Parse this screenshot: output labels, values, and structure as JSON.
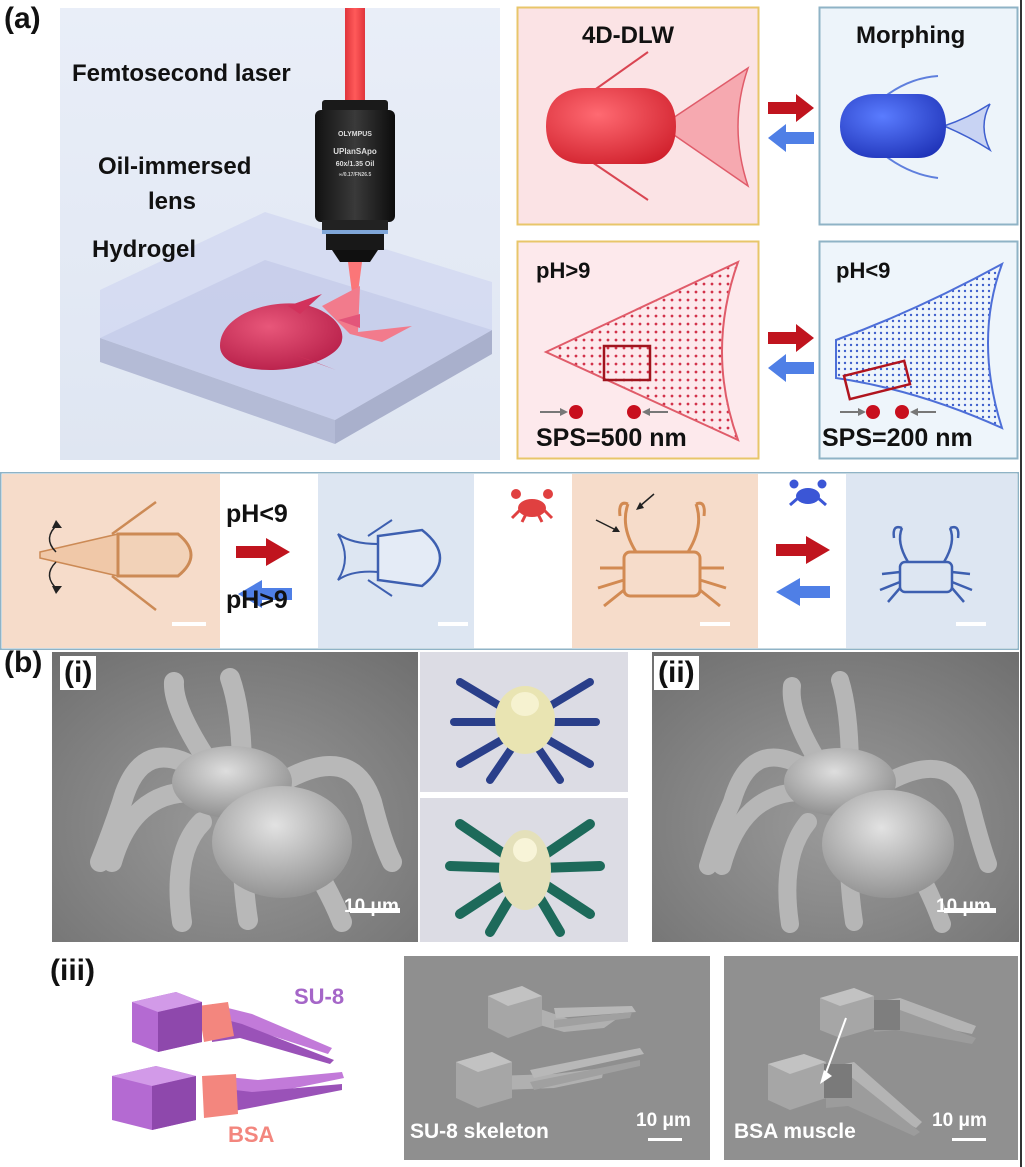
{
  "figure": {
    "panel_a": {
      "letter": "(a)",
      "femtosecond_laser": "Femtosecond laser",
      "oil_lens_line1": "Oil-immersed",
      "oil_lens_line2": "lens",
      "hydrogel": "Hydrogel",
      "objective_brand": "OLYMPUS",
      "objective_model": "UPlanSApo",
      "objective_spec": "60x/1.35 Oil",
      "objective_spec2": "∞/0.17/FN26.5",
      "dlw": "4D-DLW",
      "morphing": "Morphing",
      "ph_gt9": "pH>9",
      "ph_lt9": "pH<9",
      "sps_500": "SPS=500 nm",
      "sps_200": "SPS=200 nm",
      "strip_ph_lt9": "pH<9",
      "strip_ph_gt9": "pH>9"
    },
    "panel_b": {
      "letter": "(b)",
      "i": "(i)",
      "ii": "(ii)",
      "iii": "(iii)",
      "scale_i": "10 μm",
      "scale_ii": "10 μm",
      "su8": "SU-8",
      "bsa": "BSA",
      "su8_skeleton": "SU-8 skeleton",
      "scale_sk": "10 μm",
      "bsa_muscle": "BSA muscle",
      "scale_mu": "10 μm"
    },
    "colors": {
      "red_arrow": "#c0141e",
      "blue_arrow": "#4f7fe6",
      "fish_red": "#e0364a",
      "fish_blue": "#2e4fd6",
      "box_yellow": "#e8c66a",
      "box_blue": "#8fb3c6",
      "su8_purple": "#a566c8",
      "bsa_pink": "#f3867e"
    }
  }
}
